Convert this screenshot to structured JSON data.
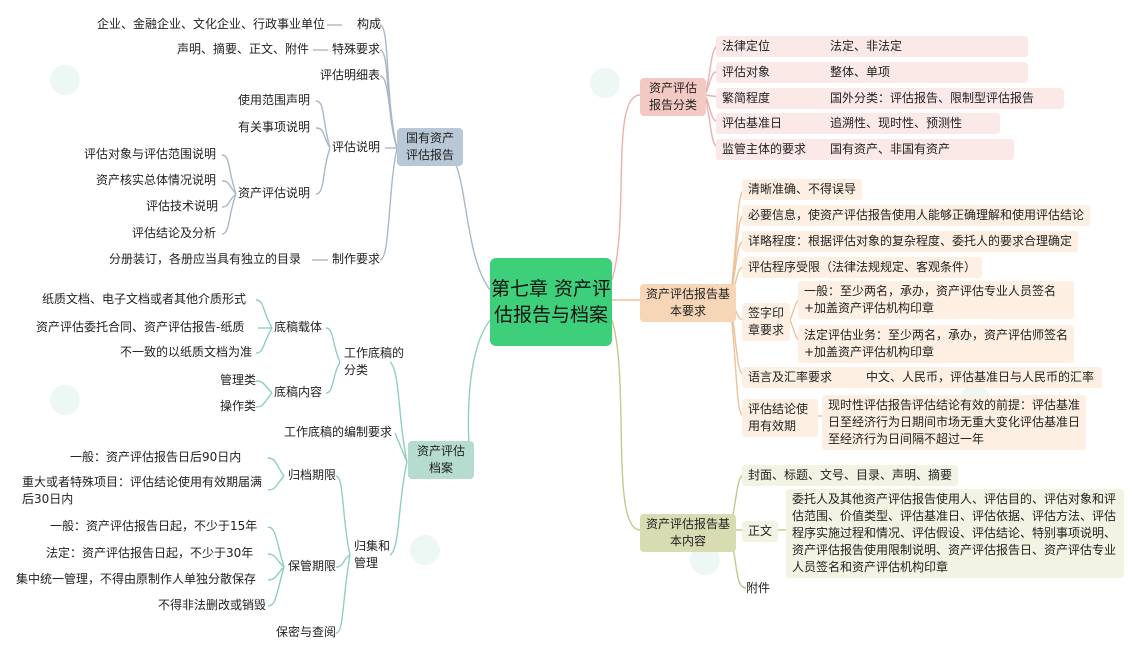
{
  "root": "第七章 资产评估报告与档案",
  "left_top": {
    "title": "国有资产评估报告",
    "composition_label": "构成",
    "composition_value": "企业、金融企业、文化企业、行政事业单位",
    "special_label": "特殊要求",
    "special_value": "声明、摘要、正文、附件",
    "detail_table": "评估明细表",
    "explanation_label": "评估说明",
    "usage_statement": "使用范围声明",
    "matters_statement": "有关事项说明",
    "assess_statement_label": "资产评估说明",
    "assess_items": [
      "评估对象与评估范围说明",
      "资产核实总体情况说明",
      "评估技术说明",
      "评估结论及分析"
    ],
    "production_label": "制作要求",
    "production_value": "分册装订，各册应当具有独立的目录"
  },
  "left_bottom": {
    "title": "资产评估档案",
    "workpaper_class": "工作底稿的分类",
    "carrier_label": "底稿载体",
    "carrier_items": [
      "纸质文档、电子文档或者其他介质形式",
      "资产评估委托合同、资产评估报告-纸质",
      "不一致的以纸质文档为准"
    ],
    "content_label": "底稿内容",
    "content_items": [
      "管理类",
      "操作类"
    ],
    "compile_req": "工作底稿的编制要求",
    "collect_label": "归集和管理",
    "archive_label": "归档期限",
    "archive_items": [
      "一般：资产评估报告日后90日内",
      "重大或者特殊项目：评估结论使用有效期届满后30日内"
    ],
    "keep_label": "保管期限",
    "keep_items": [
      "一般：资产评估报告日起，不少于15年",
      "法定：资产评估报告日起，不少于30年",
      "集中统一管理，不得由原制作人单独分散保存",
      "不得非法删改或销毁"
    ],
    "confidential": "保密与查阅"
  },
  "right_classify": {
    "title": "资产评估报告分类",
    "rows": [
      {
        "label": "法律定位",
        "value": "法定、非法定"
      },
      {
        "label": "评估对象",
        "value": "整体、单项"
      },
      {
        "label": "繁简程度",
        "value": "国外分类：评估报告、限制型评估报告"
      },
      {
        "label": "评估基准日",
        "value": "追溯性、现时性、预测性"
      },
      {
        "label": "监管主体的要求",
        "value": "国有资产、非国有资产"
      }
    ]
  },
  "right_basic_req": {
    "title": "资产评估报告基本要求",
    "items": [
      "清晰准确、不得误导",
      "必要信息，使资产评估报告使用人能够正确理解和使用评估结论",
      "详略程度：根据评估对象的复杂程度、委托人的要求合理确定",
      "评估程序受限（法律法规规定、客观条件）"
    ],
    "sign_label": "签字印章要求",
    "sign_general": "一般：至少两名，承办，资产评估专业人员签名+加盖资产评估机构印章",
    "sign_legal": "法定评估业务：至少两名，承办，资产评估师签名+加盖资产评估机构印章",
    "lang_label": "语言及汇率要求",
    "lang_value": "中文、人民币，评估基准日与人民币的汇率",
    "validity_label": "评估结论使用有效期",
    "validity_value": "现时性评估报告评估结论有效的前提：评估基准日至经济行为日期间市场无重大变化评估基准日至经济行为日间隔不超过一年"
  },
  "right_content": {
    "title": "资产评估报告基本内容",
    "cover": "封面、标题、文号、目录、声明、摘要",
    "body_label": "正文",
    "body_value": "委托人及其他资产评估报告使用人、评估目的、评估对象和评估范围、价值类型、评估基准日、评估依据、评估方法、评估程序实施过程和情况、评估假设、评估结论、特别事项说明、资产评估报告使用限制说明、资产评估报告日、资产评估专业人员签名和资产评估机构印章",
    "appendix": "附件"
  },
  "colors": {
    "root": "#3dcf7a",
    "blue": "#b9c8d6",
    "teal": "#b6dccf",
    "pink": "#f3c9c4",
    "orange": "#f6d6b6",
    "olive": "#d8dcb2"
  }
}
